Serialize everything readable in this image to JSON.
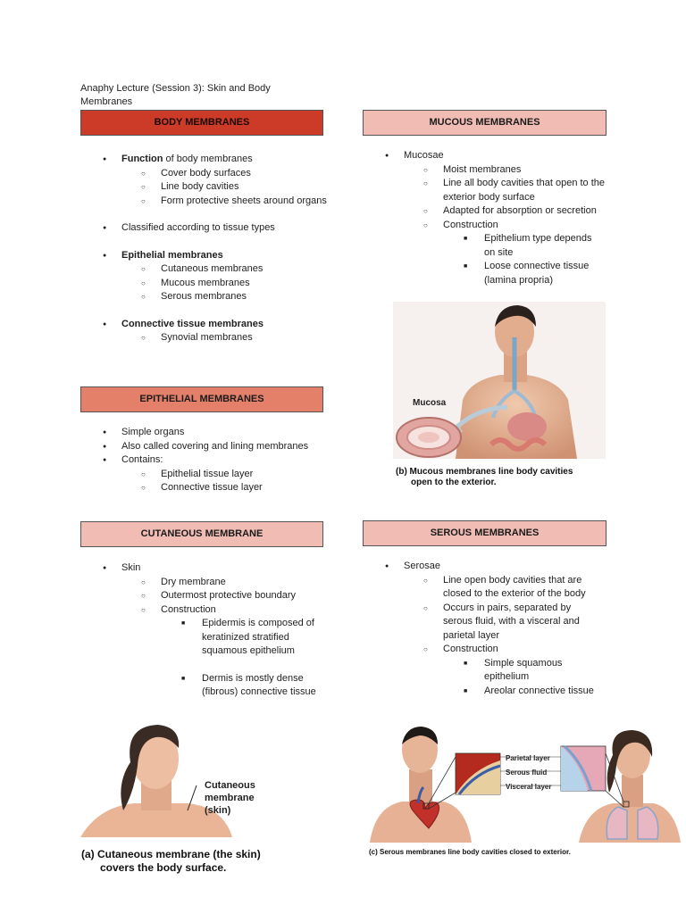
{
  "doc": {
    "title": "Anaphy Lecture (Session 3): Skin and Body Membranes"
  },
  "body_membranes": {
    "header": "BODY MEMBRANES",
    "function_bold": "Function",
    "function_rest": " of body membranes",
    "function_items": [
      "Cover body surfaces",
      "Line body cavities",
      "Form protective sheets around organs"
    ],
    "classified": "Classified according to tissue types",
    "epithelial_label": "Epithelial membranes",
    "epithelial_items": [
      "Cutaneous membranes",
      "Mucous membranes",
      "Serous membranes"
    ],
    "connective_label": "Connective tissue membranes",
    "connective_items": [
      "Synovial membranes"
    ]
  },
  "epithelial_membranes": {
    "header": "EPITHELIAL MEMBRANES",
    "items": [
      "Simple organs",
      "Also called covering and lining membranes",
      "Contains:"
    ],
    "contains": [
      "Epithelial tissue layer",
      "Connective tissue layer"
    ]
  },
  "cutaneous_membrane": {
    "header": "CUTANEOUS MEMBRANE",
    "skin": "Skin",
    "items": [
      "Dry membrane",
      "Outermost protective boundary",
      "Construction"
    ],
    "construction": [
      "Epidermis is composed of keratinized stratified squamous epithelium",
      "Dermis is mostly dense (fibrous) connective tissue"
    ]
  },
  "mucous_membranes": {
    "header": "MUCOUS MEMBRANES",
    "mucosae": "Mucosae",
    "items": [
      "Moist membranes",
      "Line all body cavities that open to the exterior body surface",
      "Adapted for absorption or secretion",
      "Construction"
    ],
    "construction": [
      "Epithelium type depends on site",
      "Loose connective tissue (lamina propria)"
    ]
  },
  "serous_membranes": {
    "header": "SEROUS MEMBRANES",
    "serosae": "Serosae",
    "items": [
      "Line open body cavities that are closed to the exterior of the body",
      "Occurs in pairs, separated by serous fluid, with a visceral and parietal layer",
      "Construction"
    ],
    "construction": [
      "Simple squamous epithelium",
      "Areolar connective tissue"
    ]
  },
  "figures": {
    "mucous": {
      "label": "Mucosa",
      "caption_a": "(b) Mucous membranes line body cavities",
      "caption_b": "open to the exterior."
    },
    "cutaneous": {
      "label_1": "Cutaneous",
      "label_2": "membrane",
      "label_3": "(skin)",
      "caption_a": "(a) Cutaneous membrane (the skin)",
      "caption_b": "covers the body surface."
    },
    "serous": {
      "parietal": "Parietal layer",
      "fluid": "Serous fluid",
      "visceral": "Visceral layer",
      "caption": "(c) Serous membranes line body cavities closed to exterior."
    }
  },
  "colors": {
    "header_red": "#cc3b28",
    "header_salmon": "#e4806a",
    "header_pink": "#f0bcb4",
    "skin": "#e8b99a"
  }
}
